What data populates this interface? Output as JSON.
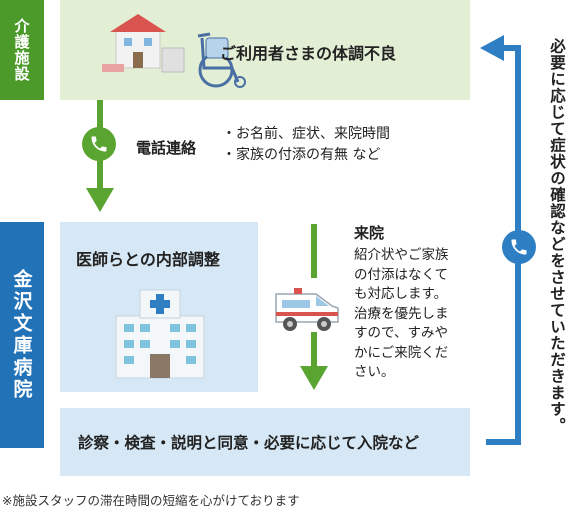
{
  "care_facility": {
    "label": "介護施設",
    "box_text": "ご利用者さまの体調不良"
  },
  "phone_step": {
    "title": "電話連絡",
    "details": [
      "・お名前、症状、来院時間",
      "・家族の付添の有無 など"
    ]
  },
  "hospital": {
    "label": "金沢文庫病院",
    "coordination_text": "医師らとの内部調整"
  },
  "visit": {
    "title": "来院",
    "lines": [
      "紹介状やご家族",
      "の付添はなくて",
      "も対応します。",
      "治療を優先しま",
      "すので、すみや",
      "かにご来院くだ",
      "さい。"
    ]
  },
  "final_box": {
    "text": "診察・検査・説明と同意・必要に応じて入院など"
  },
  "side_note": "必要に応じて症状の確認などをさせていただきます。",
  "footnote": "※施設スタッフの滞在時間の短縮を心がけております",
  "colors": {
    "green": "#4c9a2a",
    "green_light": "#e3efd4",
    "blue": "#2272b8",
    "blue_light": "#d6e8f5",
    "arrow_green": "#5aa532",
    "arrow_blue": "#2e7ec4"
  }
}
